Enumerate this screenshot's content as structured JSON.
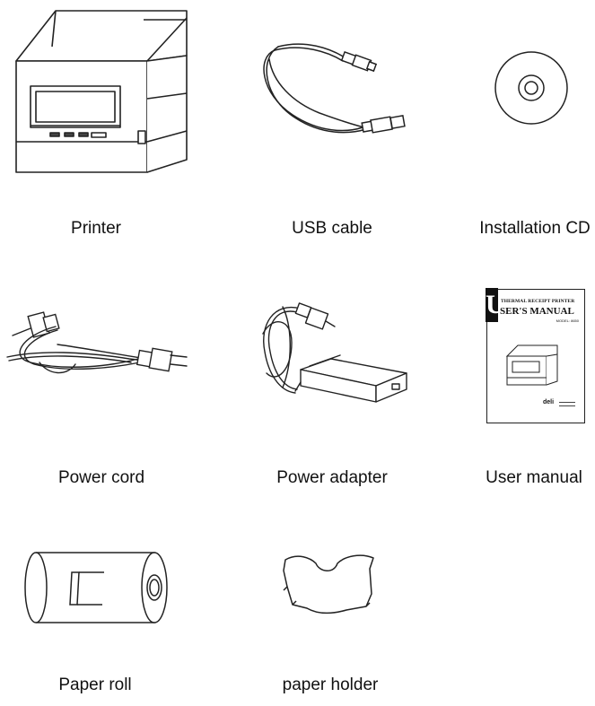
{
  "items": [
    {
      "label": "Printer",
      "icon": "printer-icon"
    },
    {
      "label": "USB cable",
      "icon": "usb-cable-icon"
    },
    {
      "label": "Installation CD",
      "icon": "cd-icon"
    },
    {
      "label": "Power cord",
      "icon": "power-cord-icon"
    },
    {
      "label": "Power adapter",
      "icon": "power-adapter-icon"
    },
    {
      "label": "User manual",
      "icon": "user-manual-icon"
    },
    {
      "label": "Paper roll",
      "icon": "paper-roll-icon"
    },
    {
      "label": "paper holder",
      "icon": "paper-holder-icon"
    }
  ],
  "manual": {
    "cover_letter": "U",
    "heading": "THERMAL RECEIPT PRINTER",
    "title": "SER'S MANUAL",
    "model": "MODEL: 8650",
    "brand": "deli"
  }
}
